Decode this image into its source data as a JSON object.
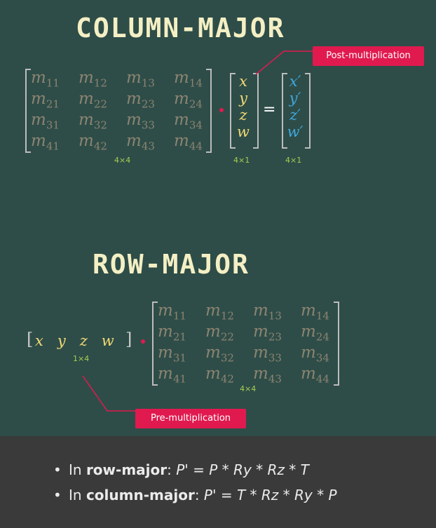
{
  "column_major": {
    "title": "COLUMN-MAJOR",
    "matrix": [
      [
        "m",
        "11"
      ],
      [
        "m",
        "12"
      ],
      [
        "m",
        "13"
      ],
      [
        "m",
        "14"
      ],
      [
        "m",
        "21"
      ],
      [
        "m",
        "22"
      ],
      [
        "m",
        "23"
      ],
      [
        "m",
        "24"
      ],
      [
        "m",
        "31"
      ],
      [
        "m",
        "32"
      ],
      [
        "m",
        "33"
      ],
      [
        "m",
        "34"
      ],
      [
        "m",
        "41"
      ],
      [
        "m",
        "42"
      ],
      [
        "m",
        "43"
      ],
      [
        "m",
        "44"
      ]
    ],
    "matrix_dim": "4×4",
    "vector": [
      "x",
      "y",
      "z",
      "w"
    ],
    "vector_dim": "4×1",
    "result": [
      "x′",
      "y′",
      "z′",
      "w′"
    ],
    "result_dim": "4×1",
    "equals": "=",
    "tag": "Post-multiplication"
  },
  "row_major": {
    "title": "ROW-MAJOR",
    "vector": [
      "x",
      "y",
      "z",
      "w"
    ],
    "vector_dim": "1×4",
    "matrix": [
      [
        "m",
        "11"
      ],
      [
        "m",
        "12"
      ],
      [
        "m",
        "13"
      ],
      [
        "m",
        "14"
      ],
      [
        "m",
        "21"
      ],
      [
        "m",
        "22"
      ],
      [
        "m",
        "23"
      ],
      [
        "m",
        "24"
      ],
      [
        "m",
        "31"
      ],
      [
        "m",
        "32"
      ],
      [
        "m",
        "33"
      ],
      [
        "m",
        "34"
      ],
      [
        "m",
        "41"
      ],
      [
        "m",
        "42"
      ],
      [
        "m",
        "43"
      ],
      [
        "m",
        "44"
      ]
    ],
    "matrix_dim": "4×4",
    "tag": "Pre-multiplication"
  },
  "notes": [
    {
      "prefix": "In ",
      "bold": "row-major",
      "colon": ": ",
      "eq": "P' = P * Ry * Rz * T"
    },
    {
      "prefix": "In ",
      "bold": "column-major",
      "colon": ": ",
      "eq": "P' = T * Rz * Ry * P"
    }
  ],
  "colors": {
    "board": "#2e4d48",
    "accent": "#e01a4f",
    "vector": "#f0d874",
    "result": "#3ea8e0",
    "dims": "#a7cd52"
  }
}
